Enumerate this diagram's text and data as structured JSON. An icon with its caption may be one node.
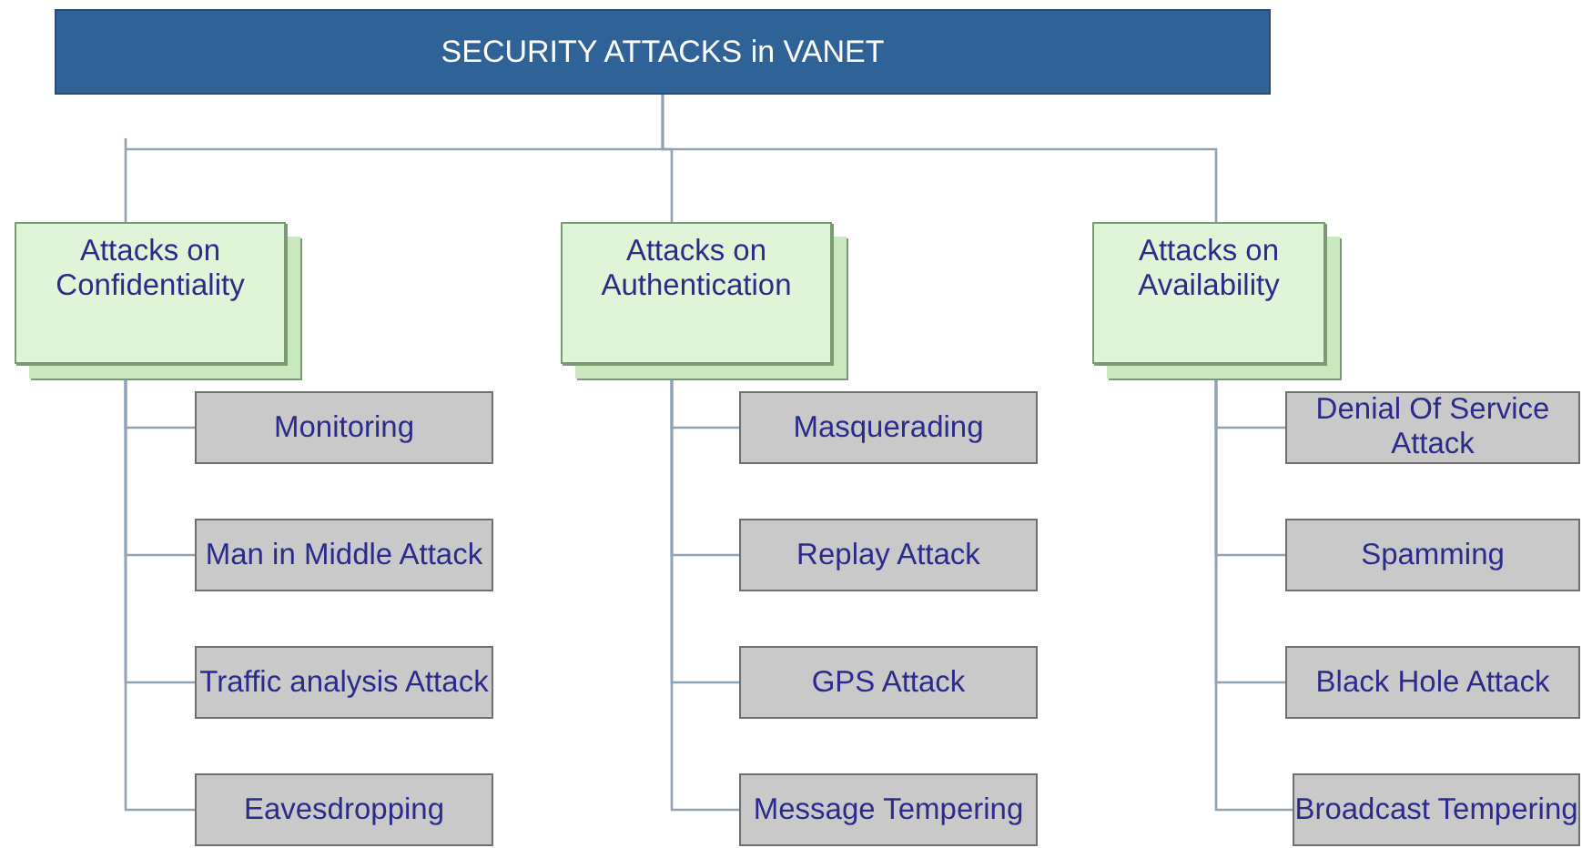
{
  "diagram": {
    "nodes": [
      {
        "text": [
          "SECURITY ATTACKS in VANET"
        ]
      },
      {
        "text": [
          "Attacks on Confidentiality"
        ]
      },
      {
        "text": [
          "Monitoring"
        ]
      },
      {
        "text": [
          "Man in Middle Attack"
        ]
      },
      {
        "text": [
          "Traffic analysis Attack"
        ]
      },
      {
        "text": [
          "Eavesdropping"
        ]
      },
      {
        "text": [
          "Attacks on Authentication"
        ]
      },
      {
        "text": [
          "Masquerading"
        ]
      },
      {
        "text": [
          "Replay Attack"
        ]
      },
      {
        "text": [
          "GPS Attack"
        ]
      },
      {
        "text": [
          "Message Tempering"
        ]
      },
      {
        "text": [
          "Attacks on Availability"
        ]
      },
      {
        "text": [
          "Denial Of Service Attack"
        ]
      },
      {
        "text": [
          "Spamming"
        ]
      },
      {
        "text": [
          "Black Hole Attack"
        ]
      },
      {
        "text": [
          "Broadcast Tempering"
        ]
      }
    ],
    "edges": [
      {
        "from": 0,
        "to": 1,
        "arrow": "none"
      },
      {
        "from": 0,
        "to": 6,
        "arrow": "none"
      },
      {
        "from": 0,
        "to": 11,
        "arrow": "none"
      },
      {
        "from": 1,
        "to": 2,
        "arrow": "none"
      },
      {
        "from": 1,
        "to": 3,
        "arrow": "none"
      },
      {
        "from": 1,
        "to": 4,
        "arrow": "none"
      },
      {
        "from": 1,
        "to": 5,
        "arrow": "none"
      },
      {
        "from": 6,
        "to": 7,
        "arrow": "none"
      },
      {
        "from": 6,
        "to": 8,
        "arrow": "none"
      },
      {
        "from": 6,
        "to": 9,
        "arrow": "none"
      },
      {
        "from": 6,
        "to": 10,
        "arrow": "none"
      },
      {
        "from": 11,
        "to": 12,
        "arrow": "none"
      },
      {
        "from": 11,
        "to": 13,
        "arrow": "none"
      },
      {
        "from": 11,
        "to": 14,
        "arrow": "none"
      },
      {
        "from": 11,
        "to": 15,
        "arrow": "none"
      }
    ]
  }
}
